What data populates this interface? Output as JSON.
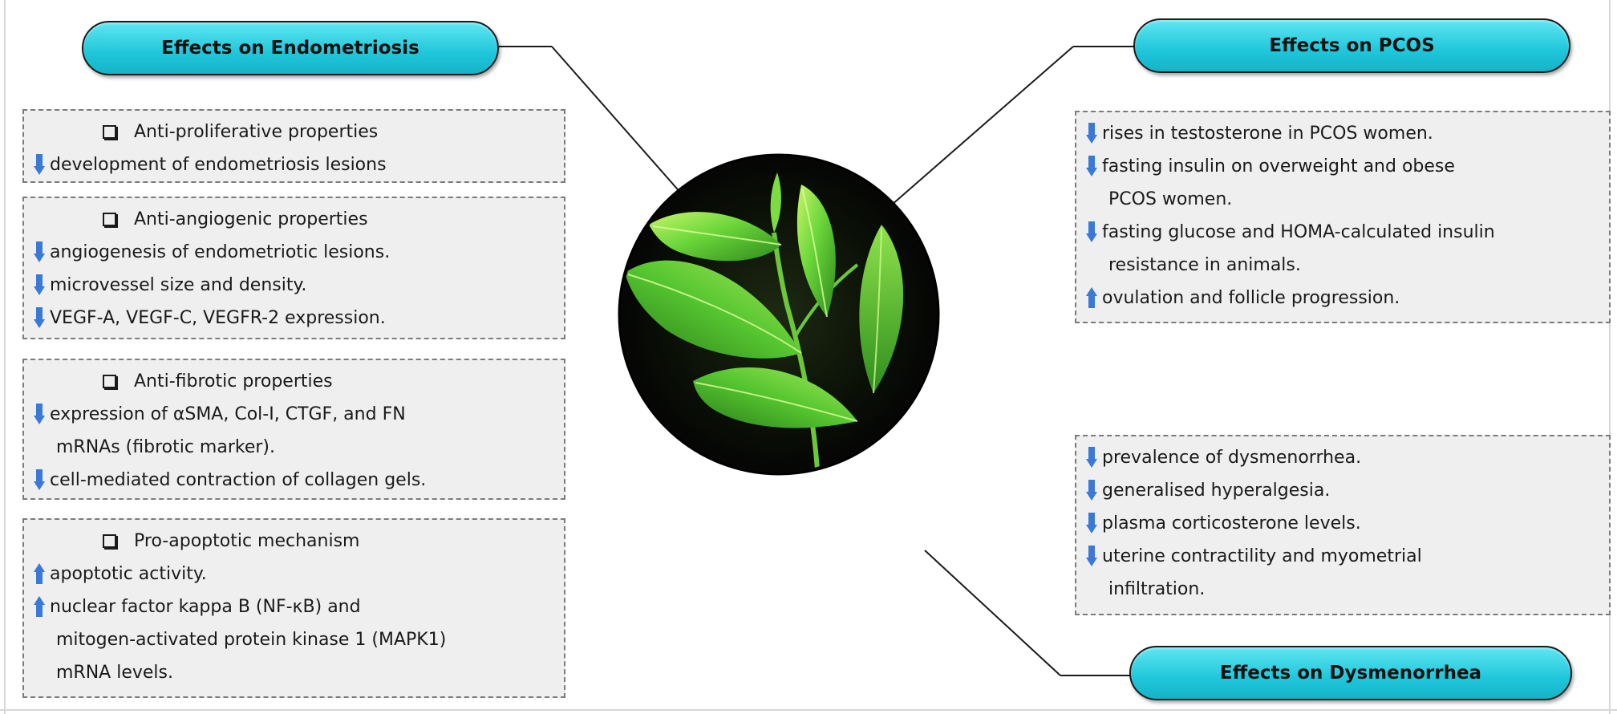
{
  "colors": {
    "pill_fill": "#2cd0e2",
    "box_fill": "#efefef",
    "arrow_blue": "#3a7ad6",
    "leaf_green": "#5fd33a"
  },
  "icons": {
    "down_arrow": "down-arrow-icon",
    "up_arrow": "up-arrow-icon",
    "checkbox": "checkbox-icon"
  },
  "pills": {
    "endometriosis": "Effects on Endometriosis",
    "pcos": "Effects on PCOS",
    "dysmenorrhea": "Effects on Dysmenorrhea"
  },
  "left_boxes": [
    {
      "heading": "Anti-proliferative properties",
      "items": [
        {
          "dir": "down",
          "lines": [
            "development of endometriosis lesions"
          ]
        }
      ]
    },
    {
      "heading": "Anti-angiogenic properties",
      "items": [
        {
          "dir": "down",
          "lines": [
            "angiogenesis of endometriotic lesions."
          ]
        },
        {
          "dir": "down",
          "lines": [
            "microvessel size and density."
          ]
        },
        {
          "dir": "down",
          "lines": [
            "VEGF-A, VEGF-C, VEGFR-2 expression."
          ]
        }
      ]
    },
    {
      "heading": "Anti-fibrotic properties",
      "items": [
        {
          "dir": "down",
          "lines": [
            "expression of αSMA, Col-I, CTGF, and FN",
            "mRNAs (fibrotic marker)."
          ]
        },
        {
          "dir": "down",
          "lines": [
            "cell-mediated contraction of collagen gels."
          ]
        }
      ]
    },
    {
      "heading": "Pro-apoptotic mechanism",
      "items": [
        {
          "dir": "up",
          "lines": [
            "apoptotic activity."
          ]
        },
        {
          "dir": "up",
          "lines": [
            "nuclear factor kappa B (NF-κB) and",
            "mitogen-activated protein kinase 1 (MAPK1)",
            "mRNA levels."
          ]
        }
      ]
    }
  ],
  "pcos_box": {
    "items": [
      {
        "dir": "down",
        "lines": [
          "rises in testosterone in PCOS women."
        ]
      },
      {
        "dir": "down",
        "lines": [
          "fasting insulin on overweight and obese",
          "PCOS women."
        ]
      },
      {
        "dir": "down",
        "lines": [
          "fasting glucose and HOMA-calculated insulin",
          "resistance in animals."
        ]
      },
      {
        "dir": "up",
        "lines": [
          "ovulation and follicle progression."
        ]
      }
    ]
  },
  "dysmenorrhea_box": {
    "items": [
      {
        "dir": "down",
        "lines": [
          "prevalence of dysmenorrhea."
        ]
      },
      {
        "dir": "down",
        "lines": [
          "generalised hyperalgesia."
        ]
      },
      {
        "dir": "down",
        "lines": [
          "plasma corticosterone levels."
        ]
      },
      {
        "dir": "down",
        "lines": [
          "uterine contractility and myometrial",
          "infiltration."
        ]
      }
    ]
  }
}
